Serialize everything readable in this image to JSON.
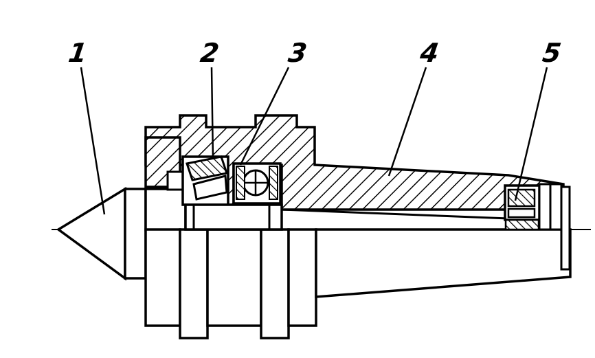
{
  "callouts": [
    {
      "id": "1",
      "text": "1"
    },
    {
      "id": "2",
      "text": "2"
    },
    {
      "id": "3",
      "text": "3"
    },
    {
      "id": "4",
      "text": "4"
    },
    {
      "id": "5",
      "text": "5"
    }
  ],
  "colors": {
    "ink": "#000000",
    "paper": "#ffffff"
  }
}
